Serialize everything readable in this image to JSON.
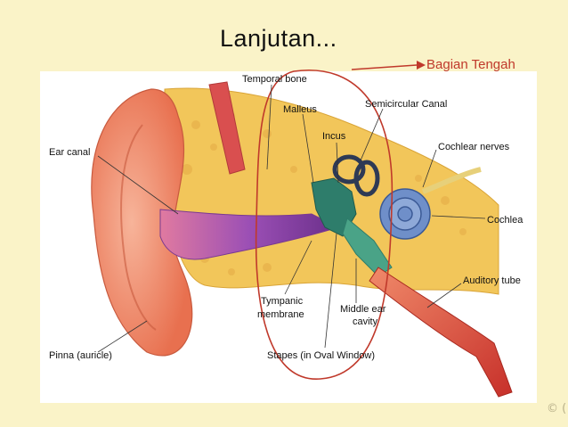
{
  "slide": {
    "title": "Lanjutan...",
    "annotation": "Bagian Tengah",
    "corner_mark": "© ("
  },
  "diagram": {
    "labels": {
      "temporal_bone": "Temporal bone",
      "malleus": "Malleus",
      "incus": "Incus",
      "semicircular_canal": "Semicircular Canal",
      "ear_canal": "Ear canal",
      "cochlear_nerves": "Cochlear nerves",
      "cochlea": "Cochlea",
      "auditory_tube": "Auditory tube",
      "tympanic_1": "Tympanic",
      "tympanic_2": "membrane",
      "middle_ear_1": "Middle ear",
      "middle_ear_2": "cavity",
      "pinna": "Pinna (auricle)",
      "stapes": "Stapes (in Oval Window)"
    },
    "colors": {
      "outer_ear": "#f08a6a",
      "bone": "#f2c65a",
      "canal": "#9b4fb5",
      "ossicles": "#2e7d6b",
      "cochlea": "#6f8fc9",
      "tube": "#d9443a",
      "outline": "#c0392b"
    }
  }
}
